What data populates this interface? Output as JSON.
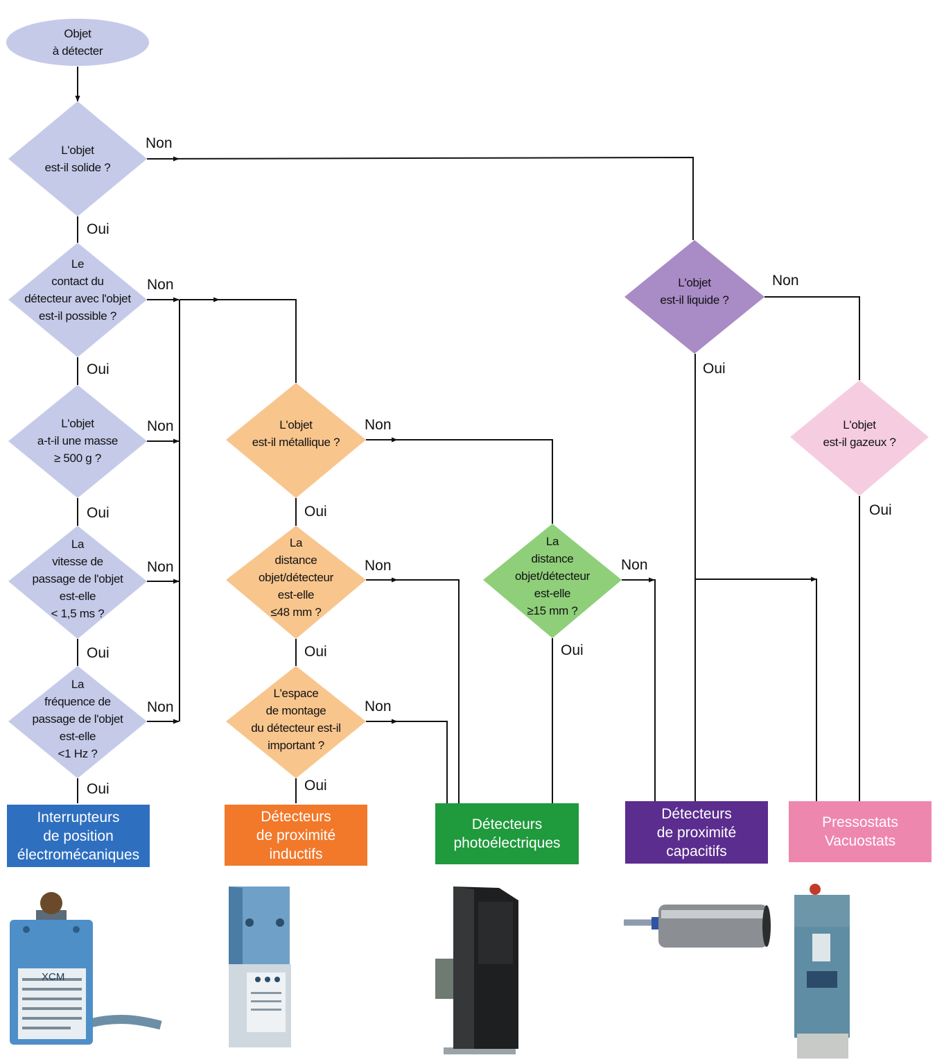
{
  "start": {
    "label": "Objet\nà détecter"
  },
  "questions": {
    "solide": "L'objet\nest-il solide ?",
    "contact": "Le\ncontact du\ndétecteur  avec l'objet\nest-il possible ?",
    "masse": "L'objet\na-t-il une masse\n≥ 500 g ?",
    "vitesse": "La\nvitesse de\npassage de l'objet\nest-elle\n< 1,5 ms ?",
    "frequence": "La\nfréquence de\npassage de l'objet\nest-elle\n<1 Hz ?",
    "metallique": "L'objet\nest-il métallique ?",
    "distance48": "La\ndistance\nobjet/détecteur\nest-elle\n≤48 mm ?",
    "espace": "L'espace\nde montage\ndu détecteur est-il\nimportant ?",
    "distance15": "La\ndistance\nobjet/détecteur\nest-elle\n≥15 mm ?",
    "liquide": "L'objet\nest-il liquide ?",
    "gazeux": "L'objet\nest-il gazeux ?"
  },
  "answers": {
    "yes": "Oui",
    "no": "Non"
  },
  "results": {
    "interrupteurs": "Interrupteurs\nde position\nélectromécaniques",
    "inductifs": "Détecteurs\nde proximité\ninductifs",
    "photo": "Détecteurs\nphotoélectriques",
    "capacitifs": "Détecteurs\nde proximité\ncapacitifs",
    "pressostats": "Pressostats\nVacuostats"
  },
  "photo_text": {
    "xcm": "XCM"
  },
  "colors": {
    "blue_node": "#c5cae9",
    "orange_node": "#f8c58d",
    "green_node": "#8fcf7a",
    "purple_node": "#a98bc6",
    "pink_node": "#f6cde0",
    "interrupteurs_box": "#2e6fc0",
    "inductifs_box": "#f2782a",
    "photo_box": "#1f9a3c",
    "capacitifs_box": "#5b2d8e",
    "pressostats_box": "#ee87ad"
  }
}
